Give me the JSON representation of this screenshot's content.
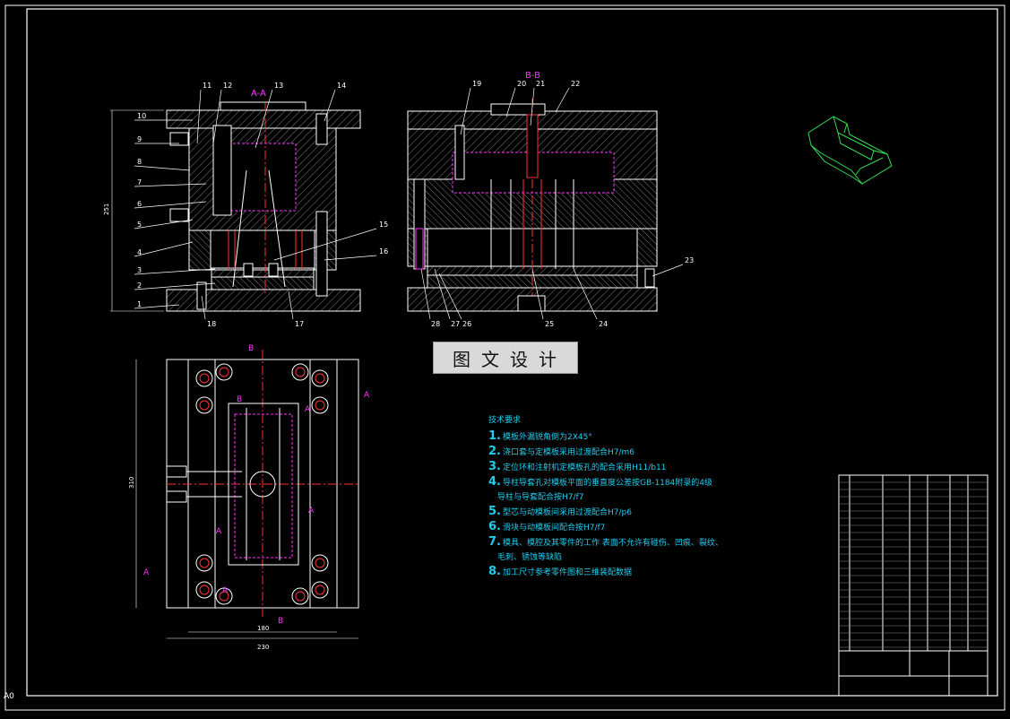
{
  "drawing": {
    "section_aa_label": "A-A",
    "section_bb_label": "B-B",
    "dims": {
      "front_height": "251",
      "plan_width_inner": "180",
      "plan_width_outer": "230",
      "plan_height": "310"
    },
    "section_marks": {
      "a": "A",
      "b": "B"
    },
    "corner_label": "A0"
  },
  "front_view_callouts_left": [
    "10",
    "9",
    "8",
    "7",
    "6",
    "5",
    "4",
    "3",
    "2",
    "1"
  ],
  "front_view_callouts_top": [
    "11",
    "12",
    "13",
    "14"
  ],
  "front_view_callouts_right": [
    "15",
    "16"
  ],
  "front_view_callouts_bottom": [
    "18",
    "17"
  ],
  "side_view_callouts_top": [
    "19",
    "20",
    "21",
    "22"
  ],
  "side_view_callouts_right": [
    "23"
  ],
  "side_view_callouts_bottom": [
    "28",
    "27",
    "26",
    "25",
    "24"
  ],
  "watermark": "图文设计",
  "tech_requirements": {
    "title": "技术要求",
    "items": [
      {
        "num": "1.",
        "text": "模板外漏锐角倒为2X45°"
      },
      {
        "num": "2.",
        "text": "浇口套与定模板采用过渡配合H7/m6"
      },
      {
        "num": "3.",
        "text": "定位环和注射机定模板孔的配合采用H11/b11"
      },
      {
        "num": "4.",
        "text": "导柱导套孔对模板平面的垂直度公差按GB-1184附录的4级"
      },
      {
        "num": "",
        "text": "导柱与导套配合按H7/f7"
      },
      {
        "num": "5.",
        "text": "型芯与动模板间采用过渡配合H7/p6"
      },
      {
        "num": "6.",
        "text": "滑块与动模板间配合按H7/f7"
      },
      {
        "num": "7.",
        "text": "模具、模腔及其零件的工作 表面不允许有碰伤、凹痕、裂纹、"
      },
      {
        "num": "",
        "text": "毛刺、锈蚀等缺陷"
      },
      {
        "num": "8.",
        "text": "加工尺寸参考零件图和三维装配数据"
      }
    ]
  },
  "colors": {
    "background": "#000000",
    "outline": "#ffffff",
    "hatch": "#bbbbbb",
    "centerline": "#ff3333",
    "magenta": "#ff33ff",
    "cyan": "#22ccee",
    "green": "#33dd55",
    "yellow": "#eeee33"
  }
}
